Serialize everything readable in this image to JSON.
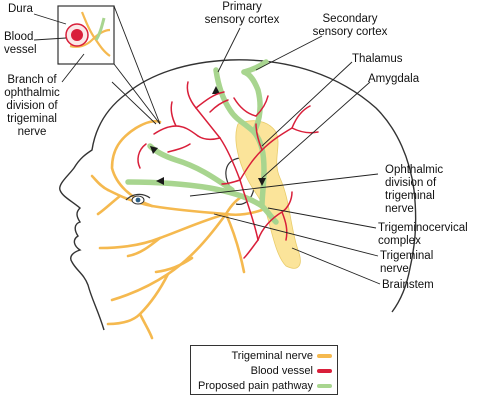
{
  "labels": {
    "dura": "Dura",
    "blood_vessel_line1": "Blood",
    "blood_vessel_line2": "vessel",
    "branch_line1": "Branch of",
    "branch_line2": "ophthalmic",
    "branch_line3": "division of",
    "branch_line4": "trigeminal",
    "branch_line5": "nerve",
    "primary_line1": "Primary",
    "primary_line2": "sensory cortex",
    "secondary_line1": "Secondary",
    "secondary_line2": "sensory cortex",
    "thalamus": "Thalamus",
    "amygdala": "Amygdala",
    "ophthalmic_line1": "Ophthalmic",
    "ophthalmic_line2": "division of",
    "ophthalmic_line3": "trigeminal",
    "ophthalmic_line4": "nerve",
    "tcc_line1": "Trigeminocervical",
    "tcc_line2": "complex",
    "trigeminal_line1": "Trigeminal",
    "trigeminal_line2": "nerve",
    "brainstem": "Brainstem"
  },
  "legend": [
    {
      "label": "Trigeminal nerve",
      "color": "#f5b94f"
    },
    {
      "label": "Blood vessel",
      "color": "#d91f3a"
    },
    {
      "label": "Proposed pain pathway",
      "color": "#a8d58f"
    }
  ],
  "colors": {
    "nerve": "#f5b94f",
    "vessel": "#d91f3a",
    "pathway": "#a8d58f",
    "brainstem": "#fbe49a",
    "outline": "#333333",
    "leader": "#222222"
  }
}
